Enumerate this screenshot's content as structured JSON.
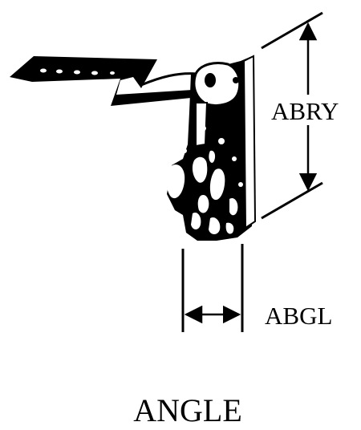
{
  "diagram": {
    "caption": "ANGLE",
    "dimensions": [
      {
        "id": "height",
        "label": "ABRY"
      },
      {
        "id": "width",
        "label": "ABGL"
      }
    ]
  },
  "colors": {
    "ink": "#000000",
    "paper": "#ffffff"
  }
}
